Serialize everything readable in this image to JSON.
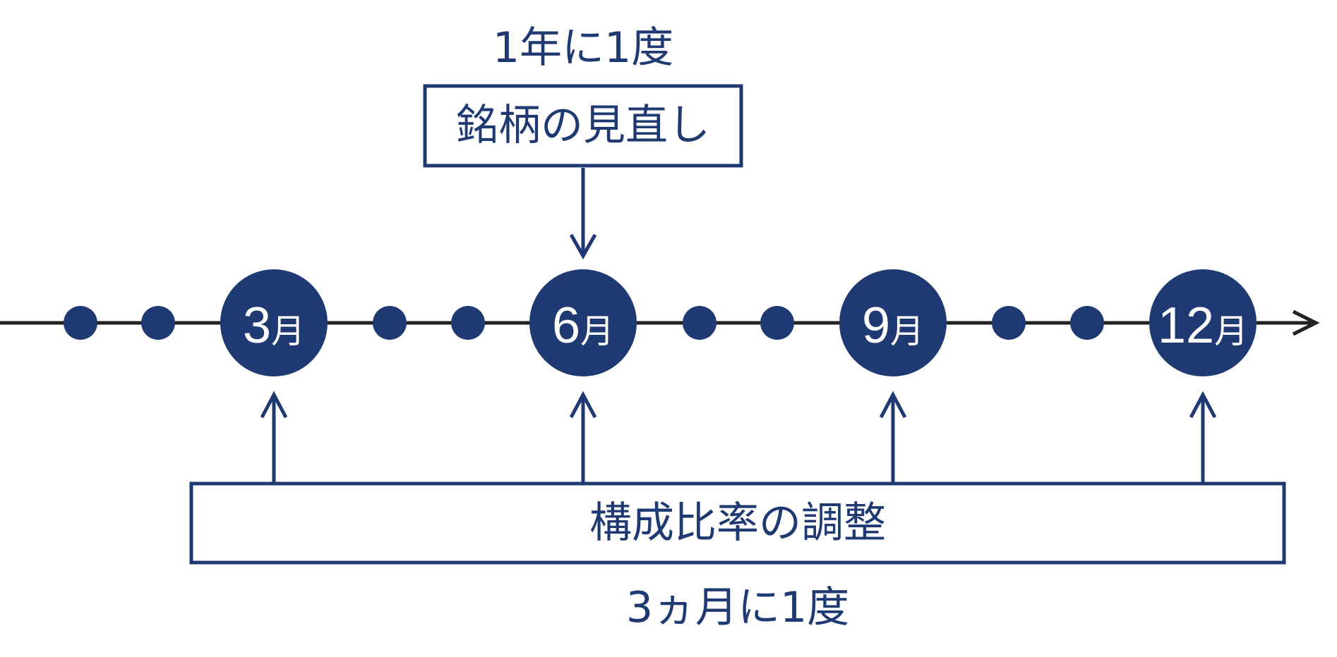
{
  "colors": {
    "primary": "#1f3a72",
    "timeline": "#222222",
    "month_text": "#ffffff"
  },
  "top": {
    "frequency_label": "1年に1度",
    "box_label": "銘柄の見直し"
  },
  "bottom": {
    "box_label": "構成比率の調整",
    "frequency_label": "3ヵ月に1度"
  },
  "timeline": {
    "months": [
      {
        "num": "3",
        "unit": "月"
      },
      {
        "num": "6",
        "unit": "月"
      },
      {
        "num": "9",
        "unit": "月"
      },
      {
        "num": "12",
        "unit": "月"
      }
    ],
    "end_arrow": "right-arrow-icon"
  }
}
